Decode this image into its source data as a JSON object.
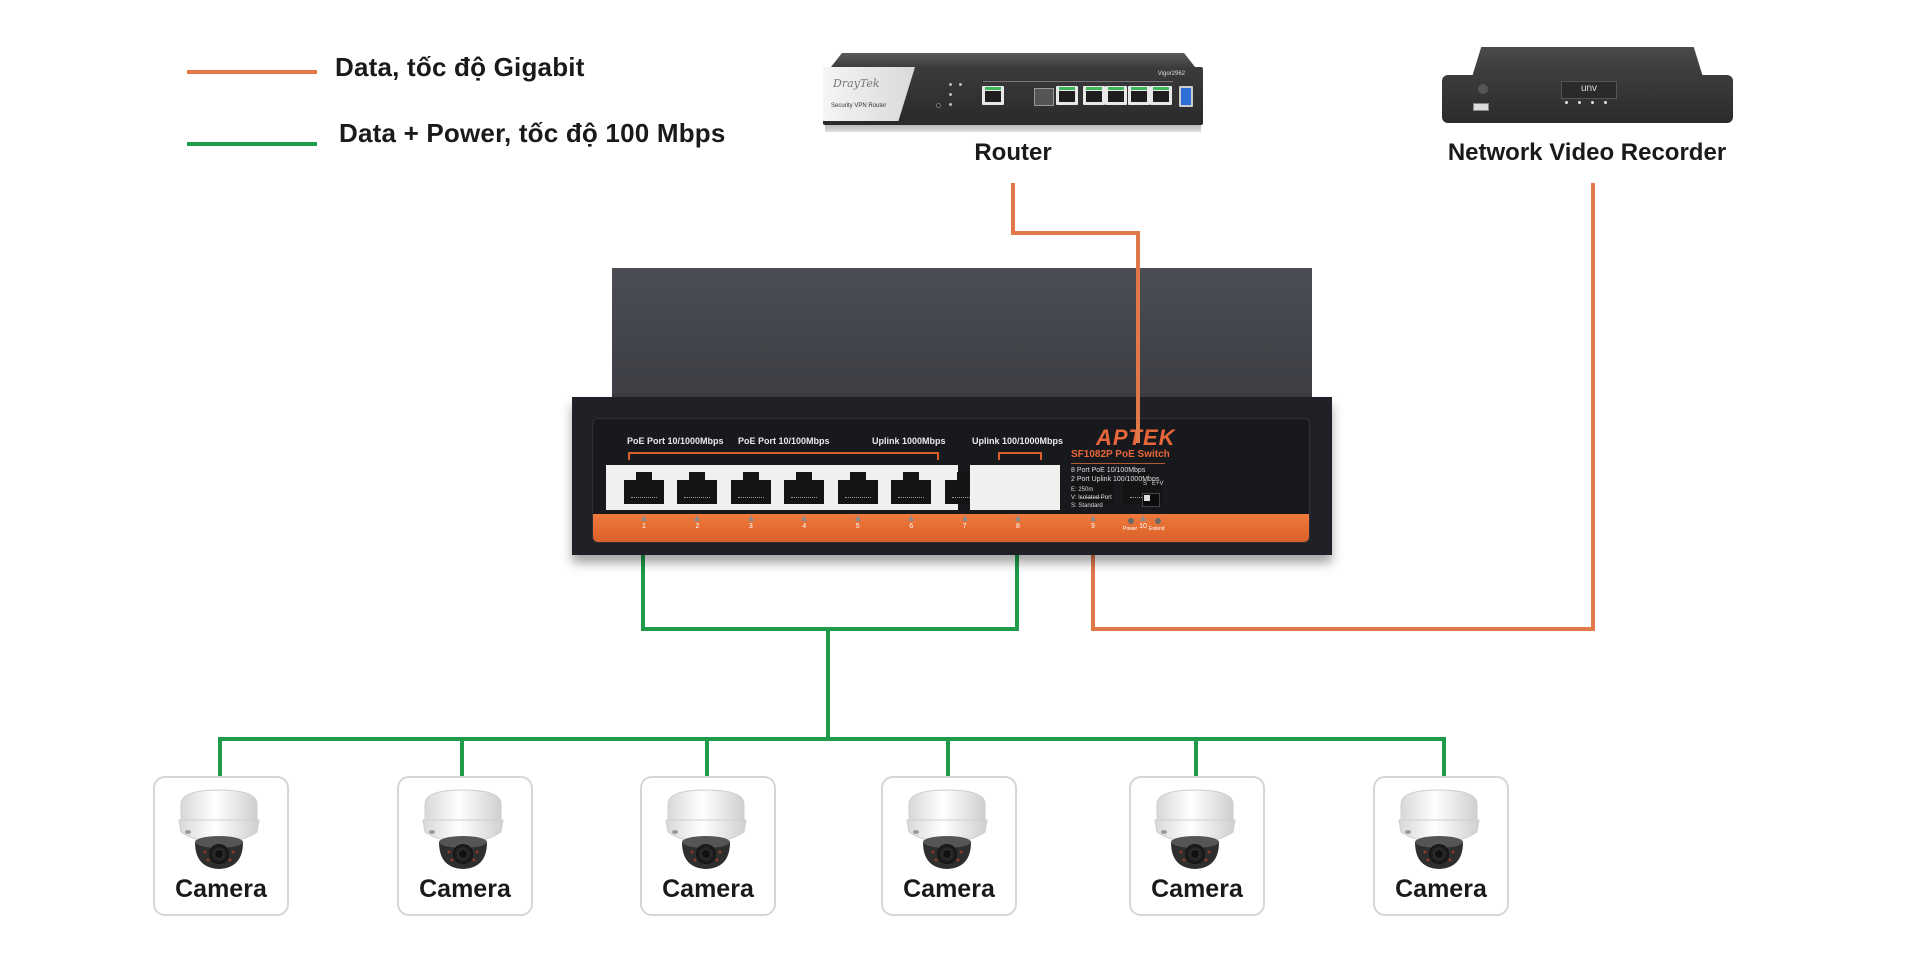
{
  "legend": {
    "items": [
      {
        "label": "Data, tốc độ Gigabit",
        "color": "#e0784a"
      },
      {
        "label": "Data + Power, tốc độ 100 Mbps",
        "color": "#1f9b4a"
      }
    ]
  },
  "router": {
    "label": "Router",
    "brand": "DrayTek",
    "subtitle": "Security VPN Router",
    "model": "Vigor2962"
  },
  "nvr": {
    "label": "Network Video Recorder",
    "brand": "unv"
  },
  "switch": {
    "brand": "APTEK",
    "model": "SF1082P PoE Switch",
    "port_group_labels": [
      "PoE Port 10/1000Mbps",
      "PoE Port 10/100Mbps",
      "Uplink 1000Mbps",
      "Uplink 100/1000Mbps"
    ],
    "spec_lines": [
      "8 Port PoE 10/100Mbps",
      "2 Port Uplink 100/1000Mbps"
    ],
    "mode_lines": [
      "E: 250m",
      "V: Isolated Port",
      "S: Standard"
    ],
    "switch_labels": {
      "s": "S",
      "ev": "E+V"
    },
    "ports": [
      "1",
      "2",
      "3",
      "4",
      "5",
      "6",
      "7",
      "8",
      "9",
      "10"
    ],
    "leds": [
      "Power",
      "Extend"
    ]
  },
  "cameras": [
    {
      "label": "Camera"
    },
    {
      "label": "Camera"
    },
    {
      "label": "Camera"
    },
    {
      "label": "Camera"
    },
    {
      "label": "Camera"
    },
    {
      "label": "Camera"
    }
  ],
  "connections": [
    {
      "from": "Router",
      "to": "Switch port 9/10",
      "type": "Data, tốc độ Gigabit"
    },
    {
      "from": "Network Video Recorder",
      "to": "Switch port 9",
      "type": "Data, tốc độ Gigabit"
    },
    {
      "from": "Switch ports 1-8",
      "to": "Cameras",
      "type": "Data + Power, tốc độ 100 Mbps"
    }
  ]
}
